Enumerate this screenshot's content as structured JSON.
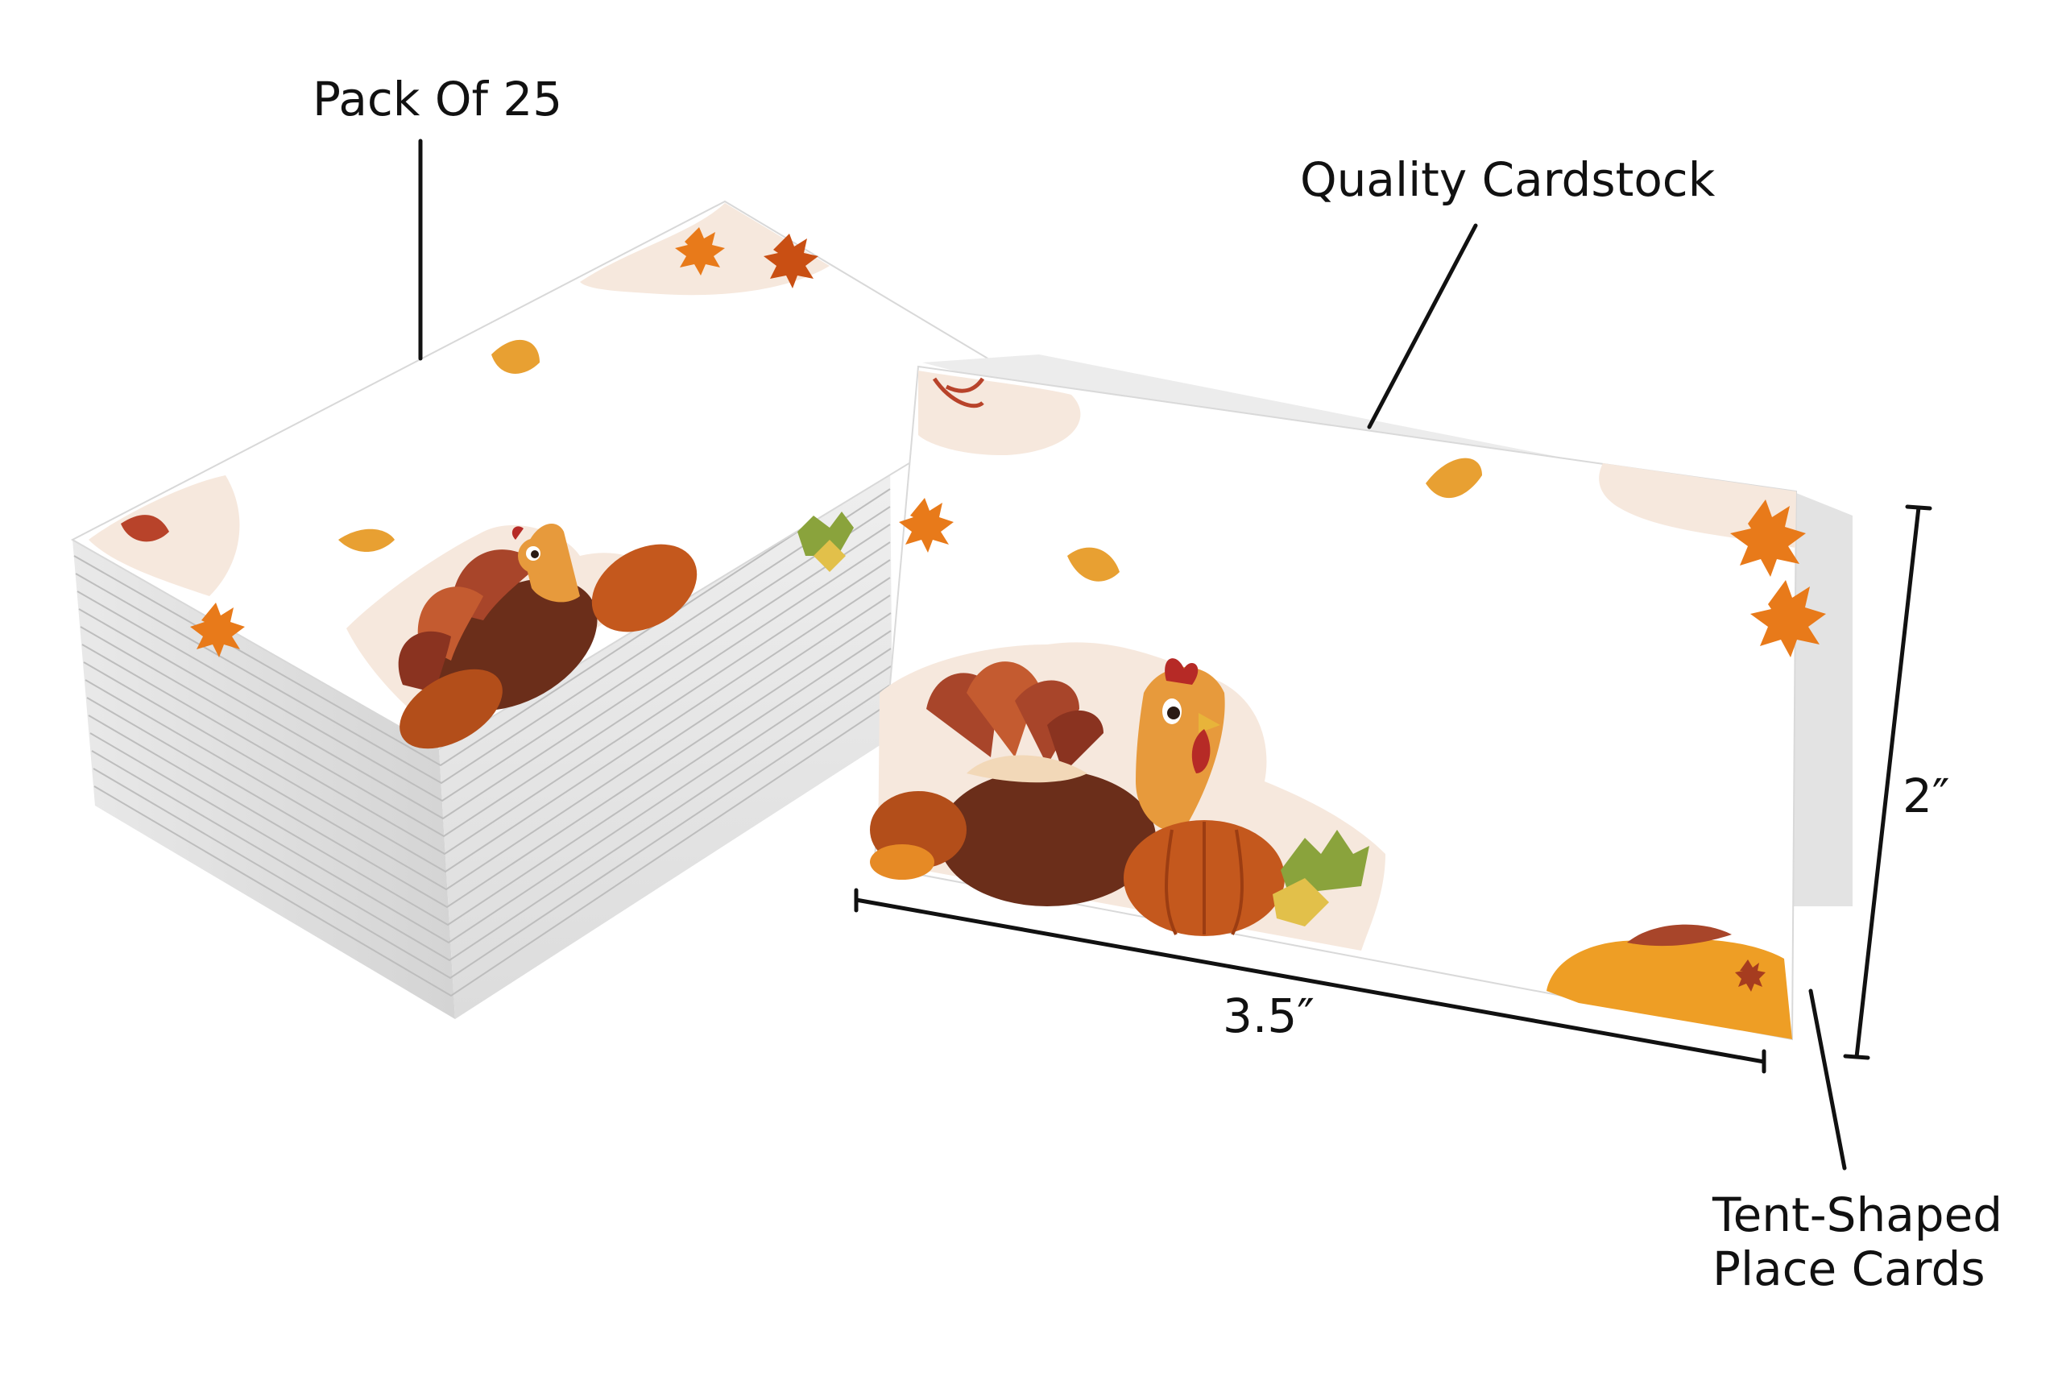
{
  "callouts": {
    "pack": "Pack Of 25",
    "cardstock": "Quality Cardstock",
    "tent_line1": "Tent-Shaped",
    "tent_line2": "Place Cards"
  },
  "dimensions": {
    "width": "3.5″",
    "height": "2″"
  },
  "colors": {
    "leaf_orange": "#e87a1a",
    "leaf_dark": "#c94f13",
    "pumpkin": "#c4581d",
    "turkey_brown": "#6b2e1a",
    "turkey_feather": "#a8452a",
    "turkey_head": "#e79a3c",
    "wattle": "#b62a26",
    "leaf_green": "#8aa33c",
    "blob_beige": "#f6e8dd"
  },
  "icons": [
    "maple-leaf-icon",
    "leaf-icon",
    "turkey-illustration",
    "pumpkin-illustration"
  ]
}
